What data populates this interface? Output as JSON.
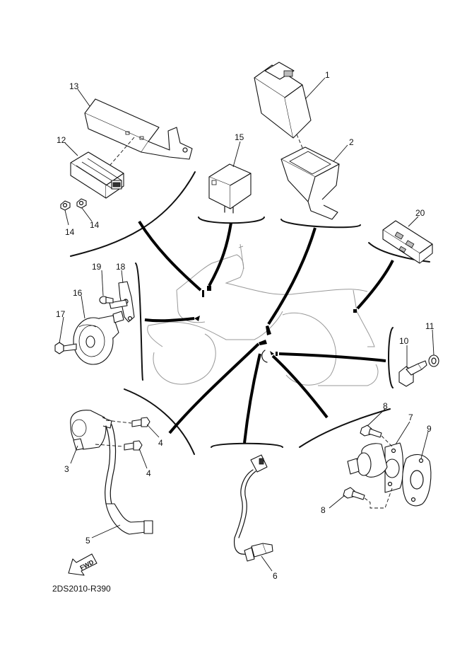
{
  "diagram": {
    "drawing_code": "2DS2010-R390",
    "fwd_label": "FWD",
    "callouts": {
      "c1": "1",
      "c2": "2",
      "c3": "3",
      "c4a": "4",
      "c4b": "4",
      "c5": "5",
      "c6": "6",
      "c7": "7",
      "c8a": "8",
      "c8b": "8",
      "c9": "9",
      "c10": "10",
      "c11": "11",
      "c12": "12",
      "c13": "13",
      "c14a": "14",
      "c14b": "14",
      "c15": "15",
      "c16": "16",
      "c17": "17",
      "c18": "18",
      "c19": "19",
      "c20": "20"
    }
  }
}
